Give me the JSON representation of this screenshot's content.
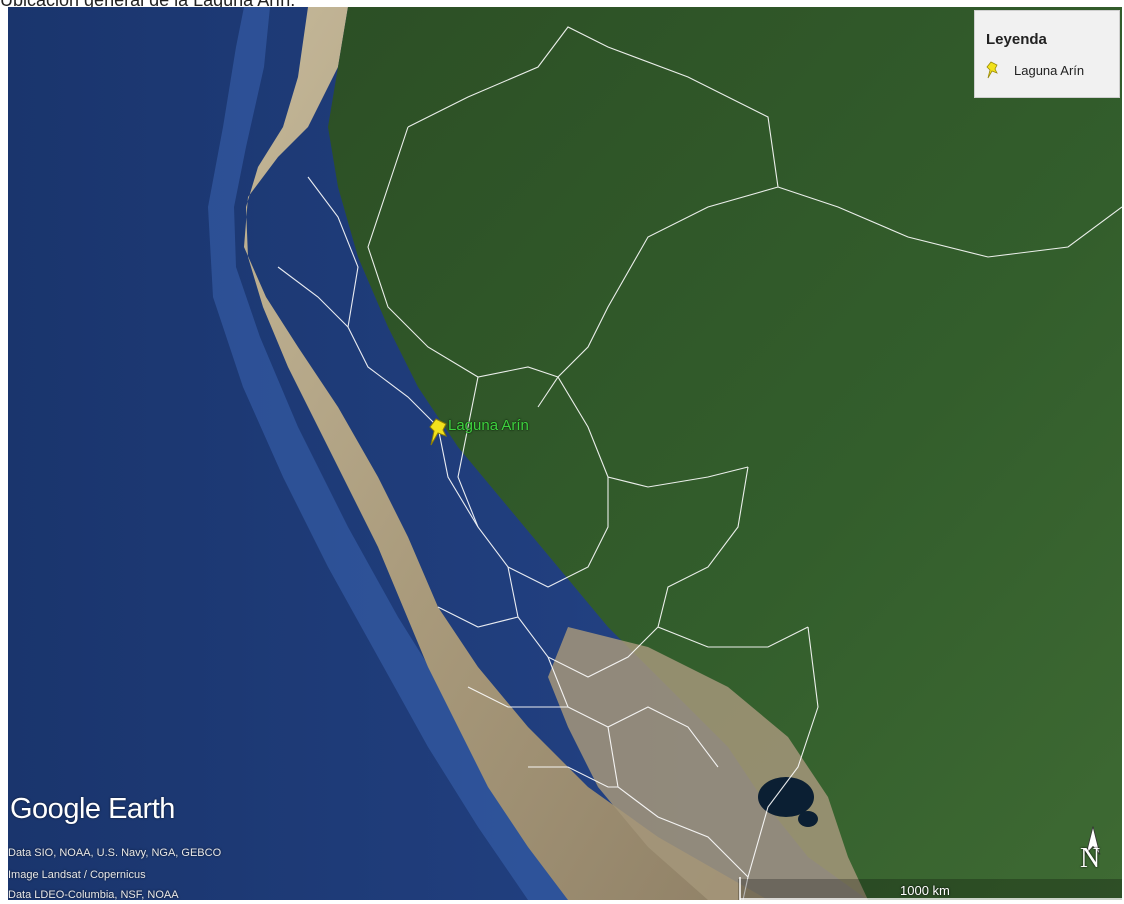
{
  "caption": "Ubicación general de la Laguna Arín.",
  "legend": {
    "title": "Leyenda",
    "items": [
      {
        "label": "Laguna Arín",
        "icon": "yellow-pushpin-icon",
        "color": "#f2e21c"
      }
    ]
  },
  "marker": {
    "label": "Laguna Arín",
    "icon": "yellow-pushpin-icon",
    "color": "#f2e21c",
    "label_color": "#3fd23f"
  },
  "brand": "Google Earth",
  "credits": [
    "Data SIO, NOAA, U.S. Navy, NGA, GEBCO",
    "Image Landsat / Copernicus",
    "Data LDEO-Columbia, NSF, NOAA"
  ],
  "north_arrow": {
    "letter": "N",
    "icon": "north-arrow-icon"
  },
  "scale": {
    "label": "1000 km"
  },
  "colors": {
    "ocean": "#1e3e7a",
    "coast_desert": "#b9ab8e",
    "forest": "#2f5a2a",
    "borders": "#ffffff",
    "lake": "#0b1f33"
  }
}
